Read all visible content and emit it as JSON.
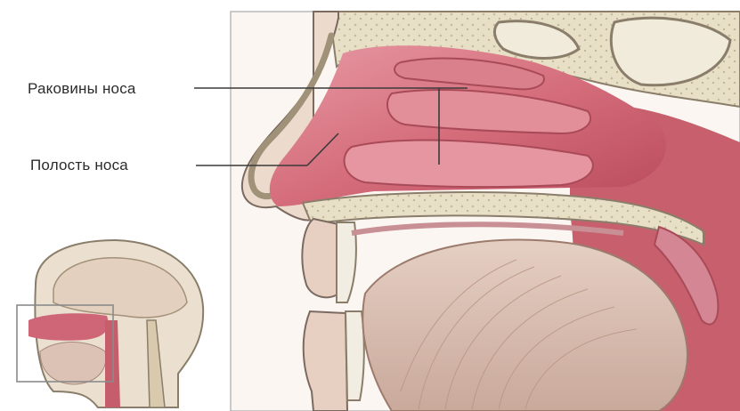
{
  "labels": {
    "conchae": "Раковины носа",
    "cavity": "Полость носа"
  },
  "colors": {
    "background": "#ffffff",
    "bone": "#e6ddc4",
    "bone_outline": "#8a7e6a",
    "mucosa": "#d7707c",
    "mucosa_light": "#e69aa3",
    "mucosa_dark": "#b24656",
    "skin": "#e9d6c8",
    "tongue": "#d7bfb2",
    "brain": "#e3d5c4",
    "leader_line": "#3a3a3a"
  },
  "icons": {
    "main_view": "sagittal-section-nasal-cavity",
    "inset": "head-sagittal-section-thumbnail"
  }
}
